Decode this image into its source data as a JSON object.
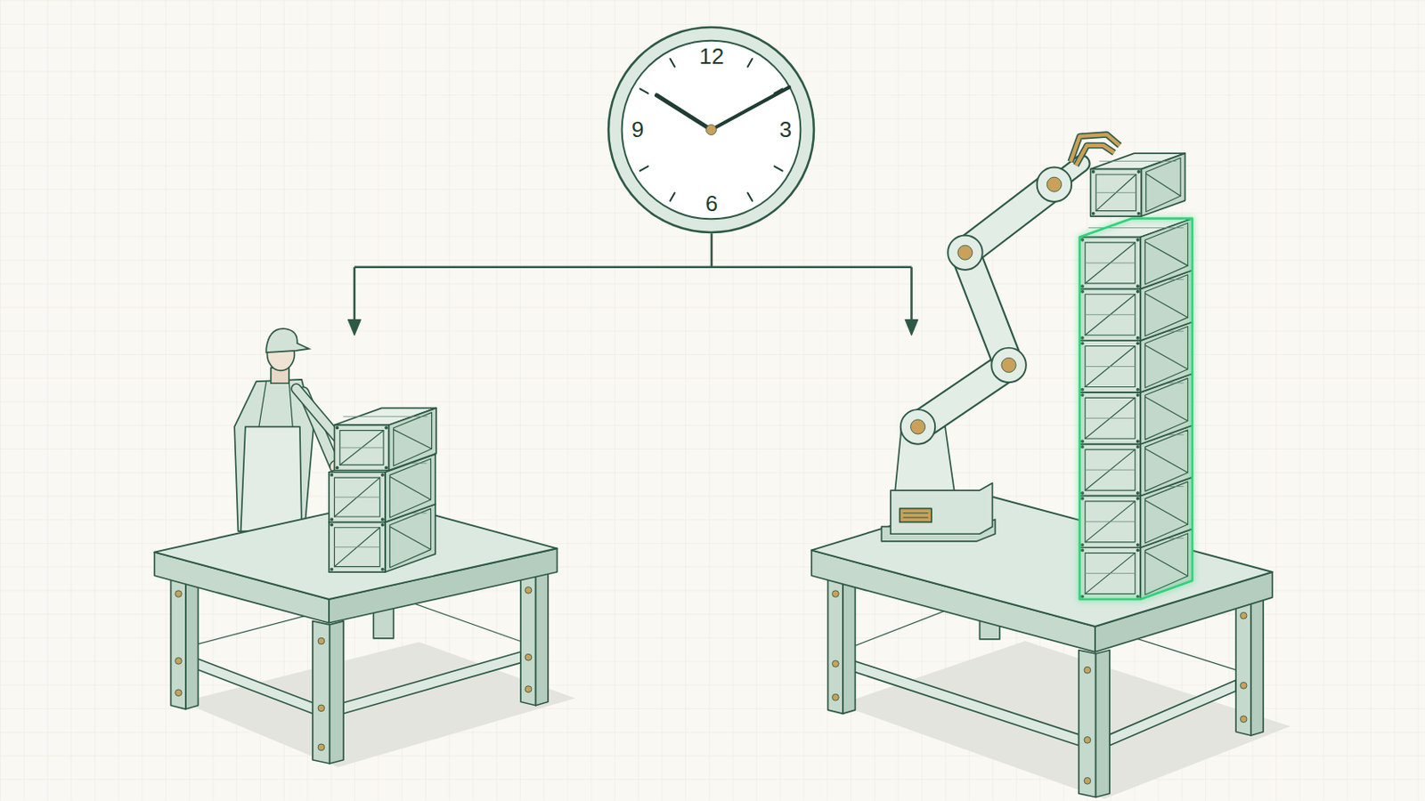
{
  "diagram": {
    "nodes": [
      {
        "text": [
          "12",
          "3",
          "6",
          "9"
        ]
      }
    ]
  }
}
